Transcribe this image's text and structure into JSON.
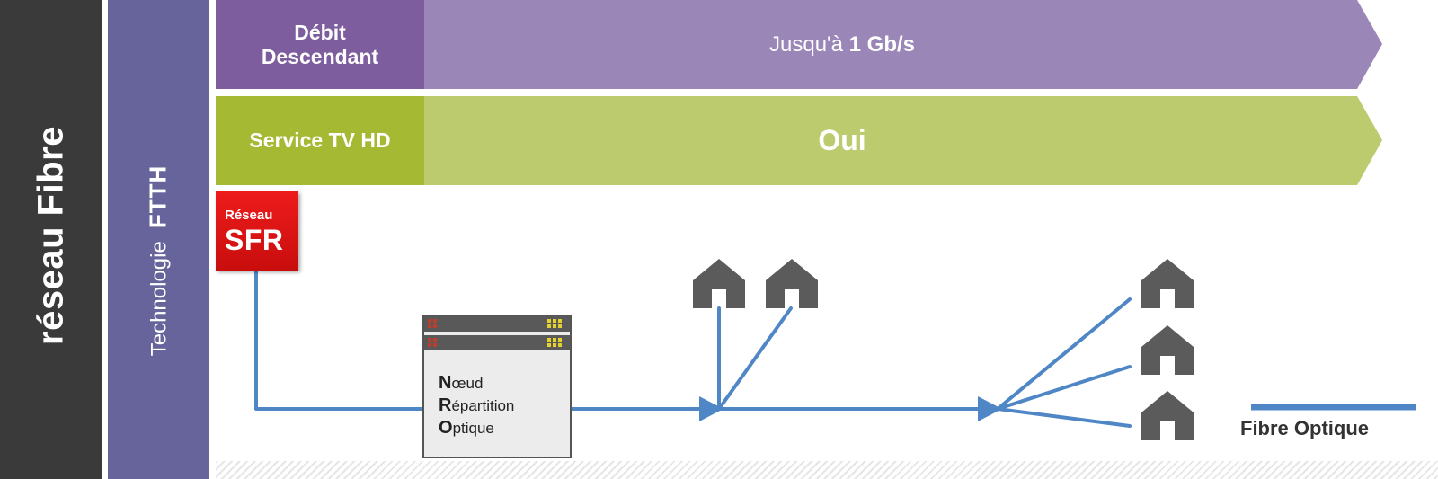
{
  "network_title": "réseau Fibre",
  "technology": {
    "prefix": "Technologie",
    "name": "FTTH"
  },
  "rows": {
    "speed": {
      "label_line1": "Débit",
      "label_line2": "Descendant",
      "value_prefix": "Jusqu'à ",
      "value_strong": "1 Gb/s"
    },
    "tv": {
      "label": "Service TV HD",
      "value": "Oui"
    }
  },
  "sfr_badge": {
    "line1": "Réseau",
    "line2": "SFR"
  },
  "nro": {
    "lines": [
      {
        "initial": "N",
        "rest": "œud"
      },
      {
        "initial": "R",
        "rest": "épartition"
      },
      {
        "initial": "O",
        "rest": "ptique"
      }
    ]
  },
  "legend": {
    "label": "Fibre Optique"
  },
  "colors": {
    "left_band": "#3a3a3a",
    "tech_band": "#66649a",
    "speed_label": "#7d5d9d",
    "speed_value": "#9a87b8",
    "tv_label": "#a6b932",
    "tv_value": "#bccb6e",
    "fiber": "#4f86c6",
    "house": "#5b5b5b",
    "sfr": "#e11414"
  }
}
